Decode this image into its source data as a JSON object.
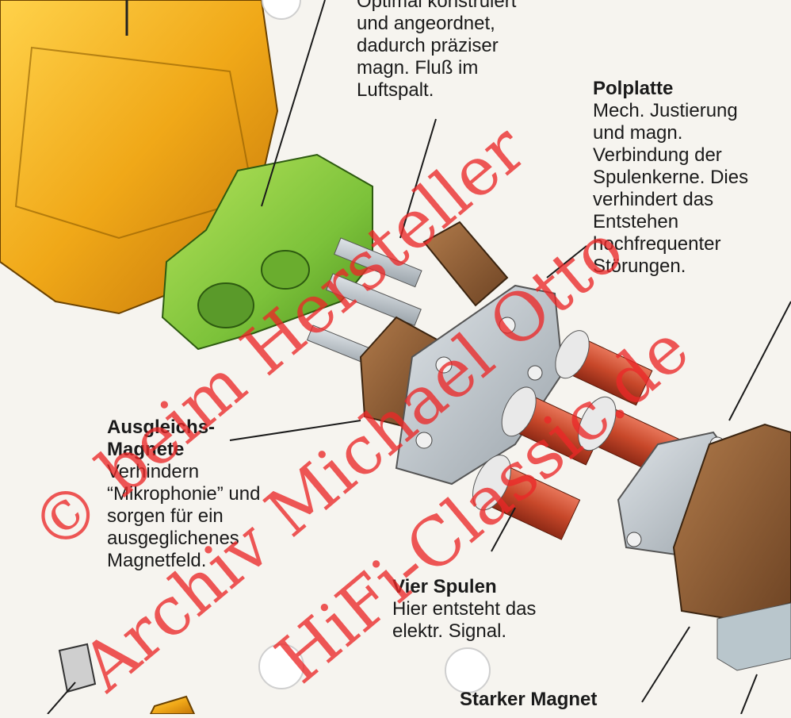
{
  "labels": {
    "top_text": {
      "lines": [
        "Optimal konstruiert",
        "und angeordnet,",
        "dadurch präziser",
        "magn. Fluß im",
        "Luftspalt."
      ]
    },
    "polplatte": {
      "title": "Polplatte",
      "lines": [
        "Mech. Justierung",
        "und magn.",
        "Verbindung der",
        "Spulenkerne. Dies",
        "verhindert das",
        "Entstehen",
        "hochfrequenter",
        "Störungen."
      ]
    },
    "ausgleich": {
      "title_lines": [
        "Ausgleichs-",
        "Magnete"
      ],
      "lines": [
        "Verhindern",
        "“Mikrophonie” und",
        "sorgen für ein",
        "ausgeglichenes",
        "Magnetfeld."
      ]
    },
    "spulen": {
      "title": "Vier Spulen",
      "lines": [
        "Hier entsteht das",
        "elektr. Signal."
      ]
    },
    "magnet": {
      "title": "Starker Magnet"
    }
  },
  "watermark": {
    "lines": [
      "© beim Hersteller",
      "Archiv Michael Otto",
      "HiFi-Classic.de"
    ],
    "color": "#eb2828"
  },
  "colors": {
    "yellow_body": "#f0a818",
    "green_holder": "#7cc23a",
    "metal": "#b9c0c6",
    "copper": "#c8482a",
    "brown_magnet": "#8a5a33"
  }
}
